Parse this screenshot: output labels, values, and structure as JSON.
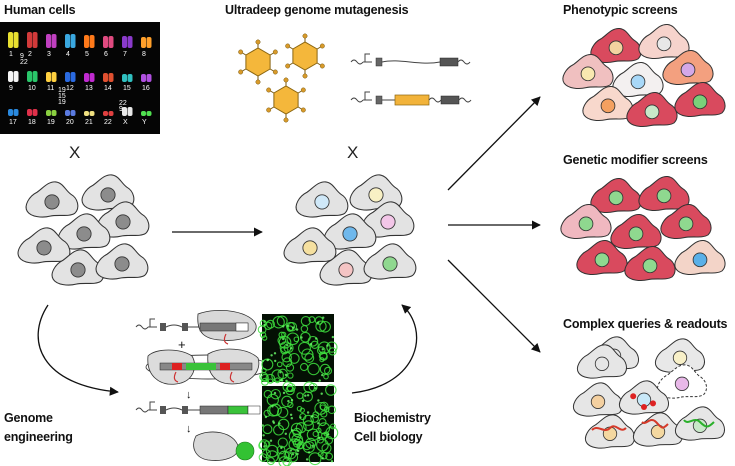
{
  "labels": {
    "human_cells": "Human cells",
    "ultradeep": "Ultradeep genome mutagenesis",
    "phenotypic": "Phenotypic screens",
    "genetic_modifier": "Genetic modifier screens",
    "complex_queries": "Complex queries & readouts",
    "genome": "Genome",
    "engineering": "engineering",
    "biochemistry": "Biochemistry",
    "cell_biology": "Cell biology",
    "times": "X",
    "plus": "+",
    "arrow_down": "↓"
  },
  "karyotype": {
    "row1": [
      "1",
      "2",
      "3",
      "4",
      "5",
      "6",
      "7",
      "8"
    ],
    "row2": [
      "9",
      "10",
      "11",
      "12",
      "13",
      "14",
      "15",
      "16"
    ],
    "row3": [
      "17",
      "18",
      "19",
      "20",
      "21",
      "22",
      "X",
      "Y"
    ],
    "extra": [
      "9",
      "22",
      "19",
      "15",
      "19",
      "22",
      "9"
    ]
  },
  "colors": {
    "cell_fill": "#e3e3e3",
    "cell_stroke": "#333333",
    "nucleus_grey": "#8c8c8c",
    "red_cell": "#d94a5e",
    "pink_cell": "#f2b8bf",
    "orange_cell": "#f3a07f",
    "hexagon": "#f4b73b",
    "green_fluor": "#22c322"
  },
  "icons": [
    "hexagon-molecule-icon",
    "gene-construct-icon",
    "cell-icon",
    "arrow-icon",
    "fluorescence-image"
  ]
}
